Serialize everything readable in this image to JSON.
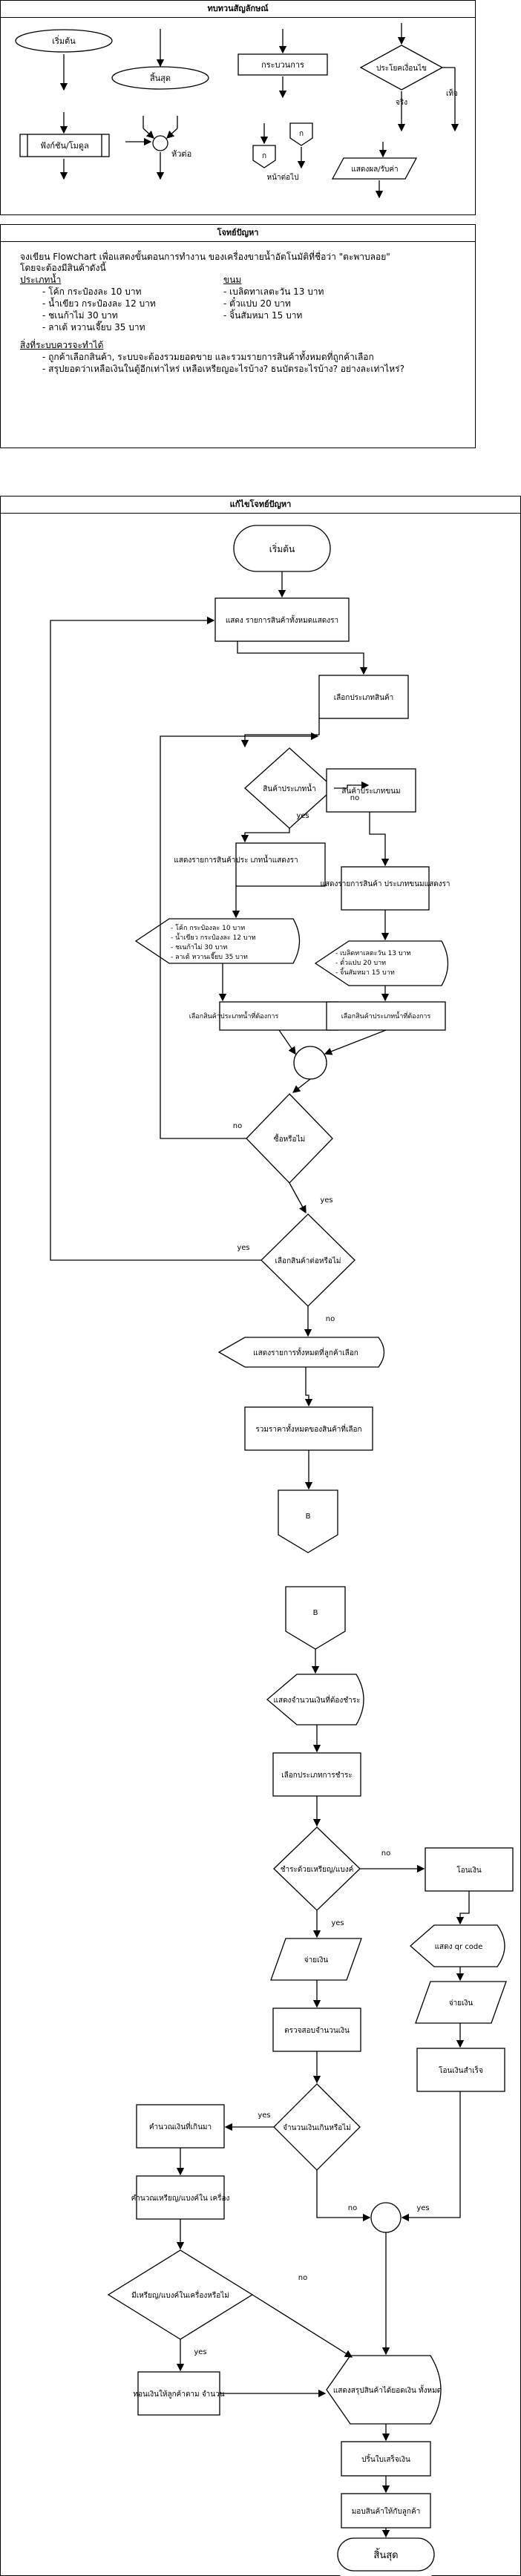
{
  "symbols_panel": {
    "title": "ทบทวนสัญลักษณ์",
    "start": "เริ่มต้น",
    "end": "สิ้นสุด",
    "process": "กระบวนการ",
    "decision": "ประโยคเงื่อนไข",
    "yes": "จริง",
    "no": "เท็จ",
    "function": "ฟังก์ชัน/โมดูล",
    "junction": "หัวต่อ",
    "connector": "หน้าต่อไป",
    "connector_letter": "ก",
    "io": "แสดงผล/รับค่า"
  },
  "problem_panel": {
    "title": "โจทย์ปัญหา",
    "intro": [
      "จงเขียน Flowchart เพื่อแสดงขั้นตอนการทำงาน ของเครื่องขายน้ำอัตโนมัติที่ชื่อว่า \"ตะพาบลอย\"",
      "โดยจะต้องมีสินค้าดังนี้"
    ],
    "cat_drinks": "ประเภทน้ำ",
    "drinks": [
      "- โค้ก กระป๋องละ 10 บาท",
      "- น้ำเขียว กระป๋องละ 12 บาท",
      "- ชเนก้าไม่ 30 บาท",
      "- ลาเต้ หวานเจี๊ยบ 35 บาท"
    ],
    "cat_snacks": "ขนม",
    "snacks": [
      "- เบลิดทาเลตะวัน 13 บาท",
      "- ตั๋วแปบ 20 บาท",
      "- จิ้นสัมหมา 15 บาท"
    ],
    "reqs_title": "สิ่งที่ระบบควรจะทำได้",
    "reqs": [
      "- ถูกค้าเลือกสินค้า, ระบบจะต้องรวมยอดขาย และรวมรายการสินค้าทั้งหมดที่ถูกค้าเลือก",
      "- สรุปยอดว่าเหลือเงินในตู้อีกเท่าไหร่ เหลือเหรียญอะไรบ้าง? ธนบัตรอะไรบ้าง? อย่างละเท่าไหร่?"
    ]
  },
  "solution_panel": {
    "title": "แก้ไขโจทย์ปัญหา",
    "start": "เริ่มต้น",
    "show_all": "แสดง รายการสินค้าทั้งหมดแสดงรา",
    "choose_type": "เลือกประเภทสินค้า",
    "is_drink": "สินค้าประเภทน้ำ",
    "snack_type": "สินค้าประเภทขนม",
    "show_drinks": "แสดงรายการสินค้าประ\nเภทน้ำแสดงรา",
    "show_snacks": "แสดงรายการสินค้า\nประเภทขนมแสดงรา",
    "drink_list": [
      "- โค้ก กระป๋องละ 10 บาท",
      "- น้ำเขียว กระป๋องละ 12 บาท",
      "- ชเนก้าไม่ 30 บาท",
      "- ลาเต้ หวานเจี๊ยบ 35 บาท"
    ],
    "snack_list": [
      "- เบลิดทาเลตะวัน 13 บาท",
      "- ตั๋วแปบ 20 บาท",
      "- จิ้นสัมหมา 15 บาท"
    ],
    "pick_drink": "เลือกสินค้าประเภทน้ำที่ต้องการ",
    "pick_snack": "เลือกสินค้าประเภทน้ำที่ต้องการ",
    "buy_again": "ซื้อหรือไม่",
    "change_item": "เลือกสินค้าต่อหรือไม่",
    "show_selected": "แสดงรายการทั้งหมดที่ลูกค้าเลือก",
    "sum_total": "รวมราคาทั้งหมดของสินค้าที่เลือก",
    "connector": "B",
    "show_amount": "แสดงจำนวนเงินที่ต้องชำระ",
    "choose_pay": "เลือกประเภทการชำระ",
    "is_cash": "ชำระด้วยเหรียญ/แบงค์",
    "transfer": "โอนเงิน",
    "qr": "แสดง qr code",
    "pay_qr": "จ่ายเงิน",
    "transfer_ok": "โอนเงินสำเร็จ",
    "pay_cash": "จ่ายเงิน",
    "check_amount": "ตรวจสอบจำนวนเงิน",
    "over_paid": "จำนวนเงินเกินหรือไม่",
    "calc_change": "คำนวณเงินที่เกินมา",
    "calc_coins": "คำนวณเหรียญ/แบงค์ใน\nเครื่อง",
    "enough_coins": "มีเหรียญ/แบงค์ในเครื่องหรือไม่",
    "give_change": "ทอนเงินให้ลูกค้าตาม\nจำนวน",
    "show_summary": "แสดงสรุปสินค้าได้ยอดเงิน\nทั้งหมด",
    "print_receipt": "ปริ้นใบเสร็จเงิน",
    "dispense": "มอบสินค้าให้กับลูกค้า",
    "end": "สิ้นสุด",
    "yes": "yes",
    "no": "no"
  }
}
